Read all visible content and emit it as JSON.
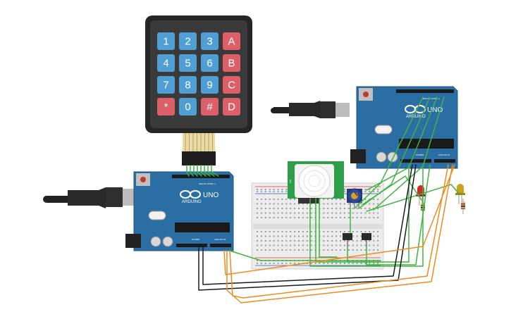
{
  "keypad": {
    "keys": [
      [
        "1",
        "2",
        "3",
        "A"
      ],
      [
        "4",
        "5",
        "6",
        "B"
      ],
      [
        "7",
        "8",
        "9",
        "C"
      ],
      [
        "*",
        "0",
        "#",
        "D"
      ]
    ],
    "colors": {
      "digit": "#4f9fd4",
      "letter": "#dd5f68",
      "frame": "#262626"
    }
  },
  "boards": [
    {
      "id": "arduino-left",
      "brand": "ARDUINO",
      "model": "UNO",
      "labels": {
        "digital": "DIGITAL (PWM ~)",
        "power": "POWER",
        "analog": "ANALOG IN"
      }
    },
    {
      "id": "arduino-right",
      "brand": "ARDUINO",
      "model": "UNO",
      "labels": {
        "digital": "DIGITAL (PWM ~)",
        "power": "POWER",
        "analog": "ANALOG IN"
      }
    }
  ],
  "colors": {
    "board": "#2b6ea4",
    "wire_green": "#3db53d",
    "wire_orange": "#ee8b1c",
    "wire_black": "#1a1a1a",
    "breadboard": "#ececec",
    "pir_board": "#2e9d49",
    "led_red": "#cc2b2b",
    "led_yellow": "#c8a21e"
  },
  "pir": {
    "label": "PIR"
  }
}
